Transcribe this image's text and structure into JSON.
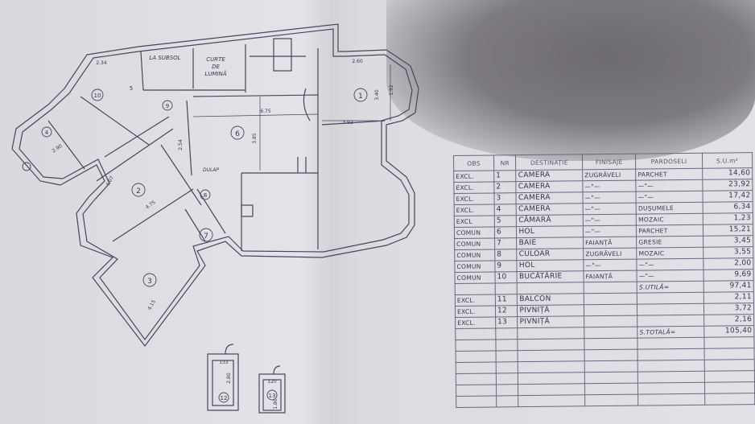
{
  "plan": {
    "labels": {
      "subsol": "LA SUBSOL",
      "curte_1": "CURTE",
      "curte_2": "DE",
      "curte_3": "LUMINĂ",
      "dulap": "DULAP"
    },
    "room_numbers": [
      "1",
      "2",
      "3",
      "4",
      "5",
      "6",
      "7",
      "8",
      "9",
      "10",
      "12",
      "13"
    ],
    "dimensions": {
      "d_675": "6.75",
      "d_385": "3.85",
      "d_260": "2.60",
      "d_392": "3.92",
      "d_340": "3.40",
      "d_192": "1.92",
      "d_254": "2.54",
      "d_415": "4.15",
      "d_407": "4.07",
      "d_475": "4.75",
      "d_290": "2.90",
      "d_234": "2.34",
      "d_133": "133",
      "d_280": "2.80",
      "d_120": "120",
      "d_180": "1.80"
    }
  },
  "table": {
    "headers": [
      "OBS",
      "NR",
      "DESTINAȚIE",
      "FINISAJE",
      "PARDOSELI",
      "S.U.m²"
    ],
    "rows": [
      [
        "EXCL.",
        "1",
        "CAMERA",
        "ZUGRĂVELI",
        "PARCHET",
        "14,60"
      ],
      [
        "EXCL.",
        "2",
        "CAMERA",
        "—\"—",
        "—\"—",
        "23,92"
      ],
      [
        "EXCL.",
        "3",
        "CAMERA",
        "—\"—",
        "—\"—",
        "17,42"
      ],
      [
        "EXCL.",
        "4",
        "CAMERA",
        "—\"—",
        "DUȘUMELE",
        "6,34"
      ],
      [
        "EXCL",
        "5",
        "CĂMARĂ",
        "—\"—",
        "MOZAIC",
        "1,23"
      ],
      [
        "COMUN",
        "6",
        "HOL",
        "—\"—",
        "PARCHET",
        "15,21"
      ],
      [
        "COMUN",
        "7",
        "BAIE",
        "FAIANȚĂ",
        "GRESIE",
        "3,45"
      ],
      [
        "COMUN",
        "8",
        "CULOAR",
        "ZUGRĂVELI",
        "MOZAIC",
        "3,55"
      ],
      [
        "COMUN",
        "9",
        "HOL",
        "—\"—",
        "—\"—",
        "2,00"
      ],
      [
        "COMUN",
        "10",
        "BUCĂTĂRIE",
        "FAIANȚĂ",
        "—\"—",
        "9,69"
      ],
      [
        "",
        "",
        "",
        "",
        "S.UTILĂ=",
        "97,41"
      ],
      [
        "EXCL.",
        "11",
        "BALCON",
        "",
        "",
        "2,11"
      ],
      [
        "EXCL.",
        "12",
        "PIVNIȚĂ",
        "",
        "",
        "3,72"
      ],
      [
        "EXCL.",
        "13",
        "PIVNIȚĂ",
        "",
        "",
        "2,16"
      ],
      [
        "",
        "",
        "",
        "",
        "S.TOTALĂ=",
        "105,40"
      ]
    ]
  },
  "colors": {
    "ink": "#3a3550",
    "paper": "#e2e1e5"
  }
}
